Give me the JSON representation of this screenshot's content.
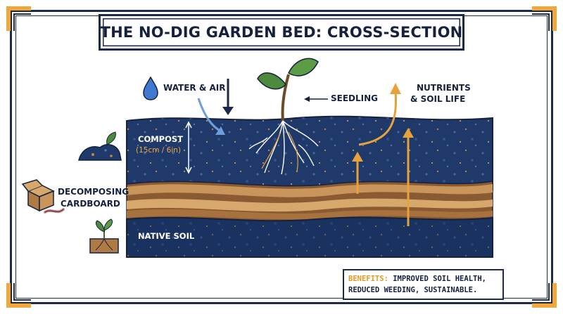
{
  "title": "THE NO-DIG GARDEN BED: CROSS-SECTION",
  "labels": {
    "water_air": "WATER & AIR",
    "seedling": "SEEDLING",
    "nutrients_line1": "NUTRIENTS",
    "nutrients_line2": "& SOIL LIFE",
    "compost": "COMPOST",
    "compost_depth": "(15cm / 6in)",
    "cardboard_line1": "DECOMPOSING",
    "cardboard_line2": "CARDBOARD",
    "native_soil": "NATIVE SOIL"
  },
  "benefits": {
    "key": "BENEFITS:",
    "line1_rest": " IMPROVED SOIL HEALTH,",
    "line2": "REDUCED WEEDING, SUSTAINABLE."
  },
  "colors": {
    "navy": "#1c2a4a",
    "soil_blue": "#1f3a6a",
    "orange": "#f2a73b",
    "cardboard": "#b07a45",
    "leaf": "#4e8a3c"
  },
  "icons": [
    "water-drop-icon",
    "compost-pile-icon",
    "cardboard-box-icon",
    "worm-icon",
    "sprout-icon"
  ]
}
